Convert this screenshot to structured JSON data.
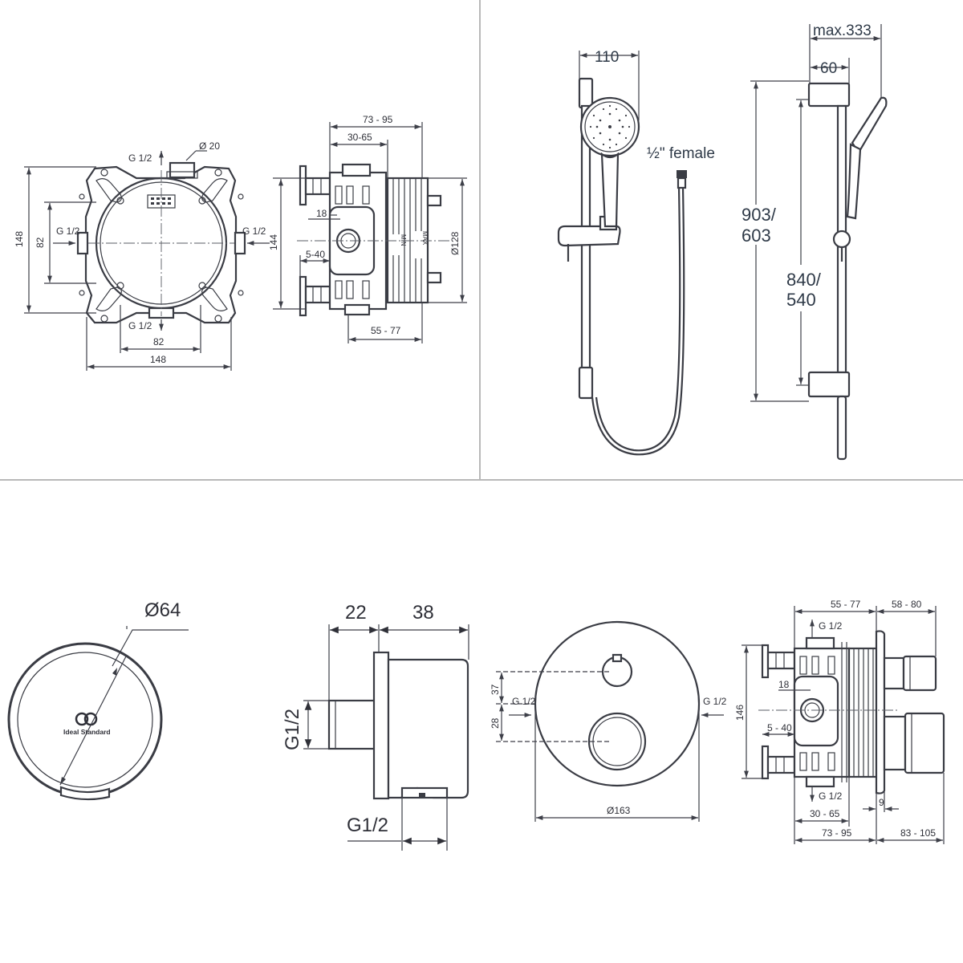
{
  "panel_box_top_left": {
    "labels": {
      "g_top": "G 1/2",
      "dia20": "Ø 20",
      "g_left": "G 1/2",
      "g_right": "G 1/2",
      "g_bottom": "G 1/2",
      "h148": "148",
      "h82": "82",
      "w82": "82",
      "w148": "148"
    }
  },
  "panel_box_side": {
    "labels": {
      "d73_95": "73 - 95",
      "d30_65": "30-65",
      "d18": "18",
      "d5_40": "5-40",
      "d144": "144",
      "d128": "Ø128",
      "d55_77": "55 - 77",
      "min": "MIN",
      "max": "MAX"
    }
  },
  "panel_shower_rail": {
    "labels": {
      "w110": "110",
      "female": "½\" female",
      "max333": "max.333",
      "w60": "60",
      "h903": "903/",
      "h603": "603",
      "h840": "840/",
      "h540": "540"
    }
  },
  "panel_wall_outlet": {
    "labels": {
      "dia64": "Ø64",
      "brand_line1": "Ideal Standard",
      "d22": "22",
      "d38": "38",
      "g12_vert": "G1/2",
      "g12_bottom": "G1/2"
    }
  },
  "panel_thermostat": {
    "labels": {
      "d37": "37",
      "d28": "28",
      "g_left": "G 1/2",
      "g_right": "G 1/2",
      "dia163": "Ø163",
      "d55_77": "55 - 77",
      "d58_80": "58 - 80",
      "g_top": "G 1/2",
      "g_bottom": "G 1/2",
      "d18": "18",
      "d5_40": "5 - 40",
      "d146": "146",
      "d9": "9",
      "d30_65": "30 - 65",
      "d73_95": "73 - 95",
      "d83_105": "83 - 105"
    }
  }
}
